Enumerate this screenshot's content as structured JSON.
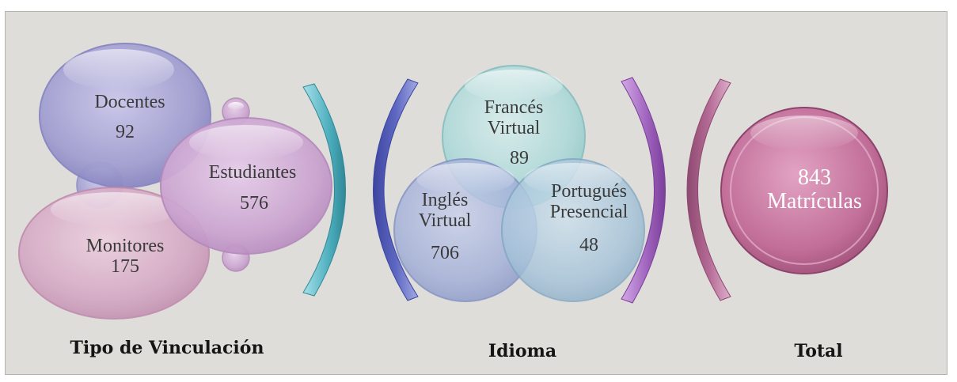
{
  "groups": {
    "vinculacion": {
      "label": "Tipo de Vinculación",
      "items": [
        {
          "name": "Docentes",
          "value": "92"
        },
        {
          "name": "Estudiantes",
          "value": "576"
        },
        {
          "name": "Monitores",
          "value": "175"
        }
      ]
    },
    "idioma": {
      "label": "Idioma",
      "items": [
        {
          "line1": "Francés",
          "line2": "Virtual",
          "value": "89"
        },
        {
          "line1": "Inglés",
          "line2": "Virtual",
          "value": "706"
        },
        {
          "line1": "Portugués",
          "line2": "Presencial",
          "value": "48"
        }
      ]
    },
    "total": {
      "label": "Total",
      "value": "843",
      "unit": "Matrículas"
    }
  },
  "colors": {
    "background": "#deddd9",
    "docentes": "#9f9ccd",
    "estudiantes": "#caa3cf",
    "monitores": "#d3a7c3",
    "frances": "#a8d7d6",
    "ingles": "#9eacd6",
    "portugues": "#a4c3d9",
    "total": "#c06f97",
    "bracket_teal": "#5ab7c4",
    "bracket_blue": "#5a63bd",
    "bracket_purple": "#a063bd",
    "bracket_pink": "#b46a95"
  }
}
